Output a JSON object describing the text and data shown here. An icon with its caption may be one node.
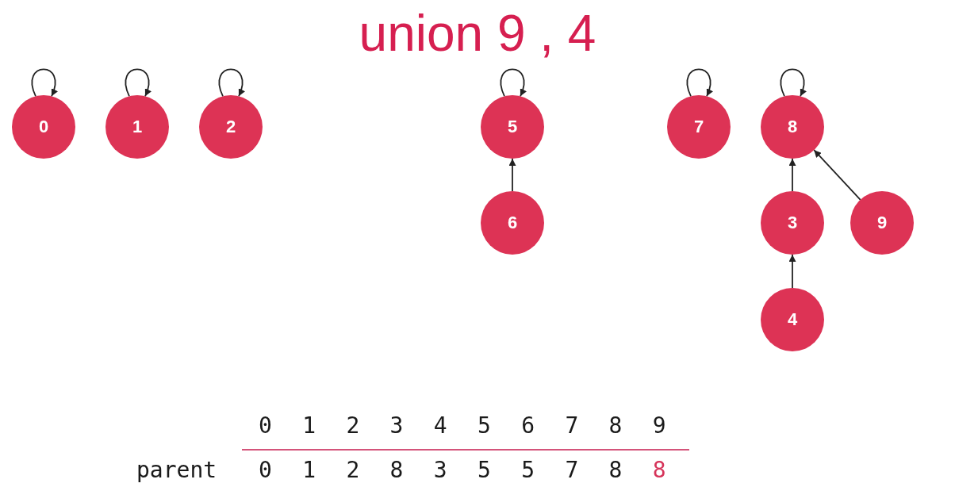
{
  "diagram": {
    "title": "union 9 , 4",
    "nodes": [
      {
        "text": [
          "0"
        ]
      },
      {
        "text": [
          "1"
        ]
      },
      {
        "text": [
          "2"
        ]
      },
      {
        "text": [
          "5"
        ]
      },
      {
        "text": [
          "7"
        ]
      },
      {
        "text": [
          "8"
        ]
      },
      {
        "text": [
          "6"
        ]
      },
      {
        "text": [
          "3"
        ]
      },
      {
        "text": [
          "9"
        ]
      },
      {
        "text": [
          "4"
        ]
      }
    ],
    "edges": [
      {
        "from": 0,
        "to": 0,
        "arrow": "to"
      },
      {
        "from": 1,
        "to": 1,
        "arrow": "to"
      },
      {
        "from": 2,
        "to": 2,
        "arrow": "to"
      },
      {
        "from": 3,
        "to": 3,
        "arrow": "to"
      },
      {
        "from": 4,
        "to": 4,
        "arrow": "to"
      },
      {
        "from": 5,
        "to": 5,
        "arrow": "to"
      },
      {
        "from": 6,
        "to": 3,
        "arrow": "to"
      },
      {
        "from": 7,
        "to": 5,
        "arrow": "to"
      },
      {
        "from": 8,
        "to": 5,
        "arrow": "to"
      },
      {
        "from": 9,
        "to": 7,
        "arrow": "to"
      }
    ],
    "labels": [
      "0",
      "1",
      "2",
      "3",
      "4",
      "5",
      "6",
      "7",
      "8",
      "9",
      "parent",
      "0",
      "1",
      "2",
      "8",
      "3",
      "5",
      "5",
      "7",
      "8",
      "8"
    ]
  }
}
